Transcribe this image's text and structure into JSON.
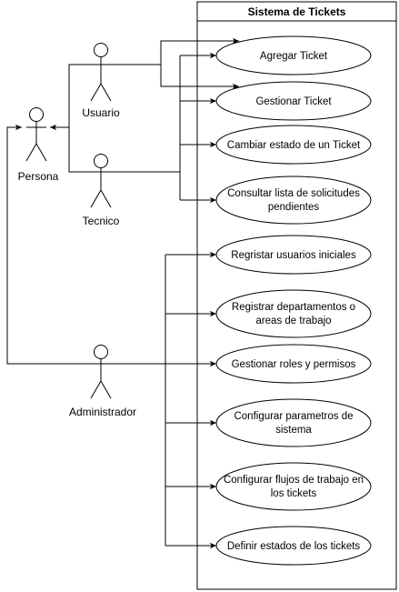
{
  "system": {
    "title": "Sistema de Tickets"
  },
  "actors": {
    "persona": "Persona",
    "usuario": "Usuario",
    "tecnico": "Tecnico",
    "administrador": "Administrador"
  },
  "use_cases": {
    "agregar_ticket": [
      "Agregar Ticket"
    ],
    "gestionar_ticket": [
      "Gestionar Ticket"
    ],
    "cambiar_estado": [
      "Cambiar estado de un Ticket"
    ],
    "consultar_lista": [
      "Consultar lista de solicitudes",
      "pendientes"
    ],
    "registrar_usuarios": [
      "Regristar usuarios iniciales"
    ],
    "registrar_departamentos": [
      "Registrar departamentos o",
      "areas de trabajo"
    ],
    "gestionar_roles": [
      "Gestionar roles y permisos"
    ],
    "configurar_parametros": [
      "Configurar parametros de",
      "sistema"
    ],
    "configurar_flujos": [
      "Configurar flujos de trabajo en",
      "los tickets"
    ],
    "definir_estados": [
      "Definir estados de los tickets"
    ]
  },
  "colors": {
    "stroke": "#000000",
    "fill": "#ffffff"
  }
}
